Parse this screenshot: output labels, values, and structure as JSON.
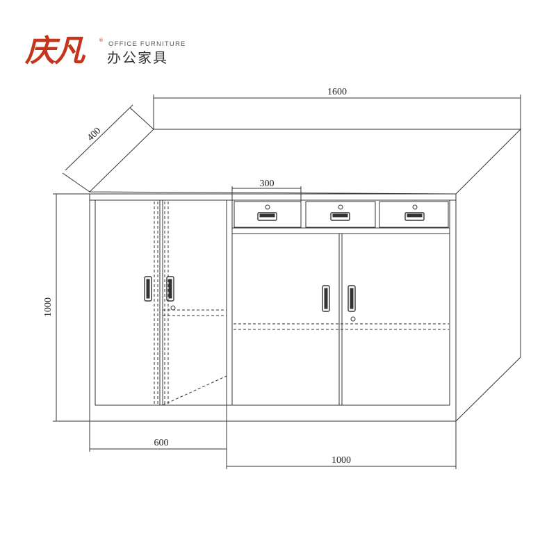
{
  "brand": {
    "mark": "庆凡",
    "registered": "®",
    "english": "OFFICE FURNITURE",
    "chinese": "办公家具"
  },
  "dimensions": {
    "total_width": "1600",
    "depth": "400",
    "drawer_width": "300",
    "height": "1000",
    "left_section_width": "600",
    "right_section_width": "1000"
  }
}
